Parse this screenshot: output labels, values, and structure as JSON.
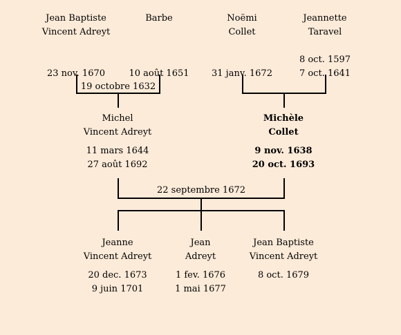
{
  "grandparents_paternal": {
    "father": {
      "name_line1": "Jean Baptiste",
      "name_line2": "Vincent Adreyt",
      "date1": "",
      "date2": "23 nov. 1670"
    },
    "mother": {
      "name_line1": "Barbe",
      "name_line2": "",
      "date1": "",
      "date2": "10 août 1651"
    },
    "marriage": "19 octobre 1632"
  },
  "grandparents_maternal": {
    "father": {
      "name_line1": "Noëmi",
      "name_line2": "Collet",
      "date1": "",
      "date2": "31 janv. 1672"
    },
    "mother": {
      "name_line1": "Jeannette",
      "name_line2": "Taravel",
      "date1": "8 oct. 1597",
      "date2": "7 oct. 1641"
    }
  },
  "parents": {
    "father": {
      "name_line1": "Michel",
      "name_line2": "Vincent Adreyt",
      "date1": "11 mars 1644",
      "date2": "27 août 1692"
    },
    "mother": {
      "name_line1": "Michèle",
      "name_line2": "Collet",
      "date1": "9 nov. 1638",
      "date2": "20 oct. 1693"
    },
    "marriage": "22 septembre 1672"
  },
  "children": [
    {
      "name_line1": "Jeanne",
      "name_line2": "Vincent Adreyt",
      "date1": "20 dec. 1673",
      "date2": "9 juin 1701"
    },
    {
      "name_line1": "Jean",
      "name_line2": "Adreyt",
      "date1": "1 fev. 1676",
      "date2": "1 mai 1677"
    },
    {
      "name_line1": "Jean Baptiste",
      "name_line2": "Vincent Adreyt",
      "date1": "8 oct. 1679",
      "date2": ""
    }
  ],
  "colors": {
    "background": "#fdebd9",
    "lines": "#000000"
  }
}
